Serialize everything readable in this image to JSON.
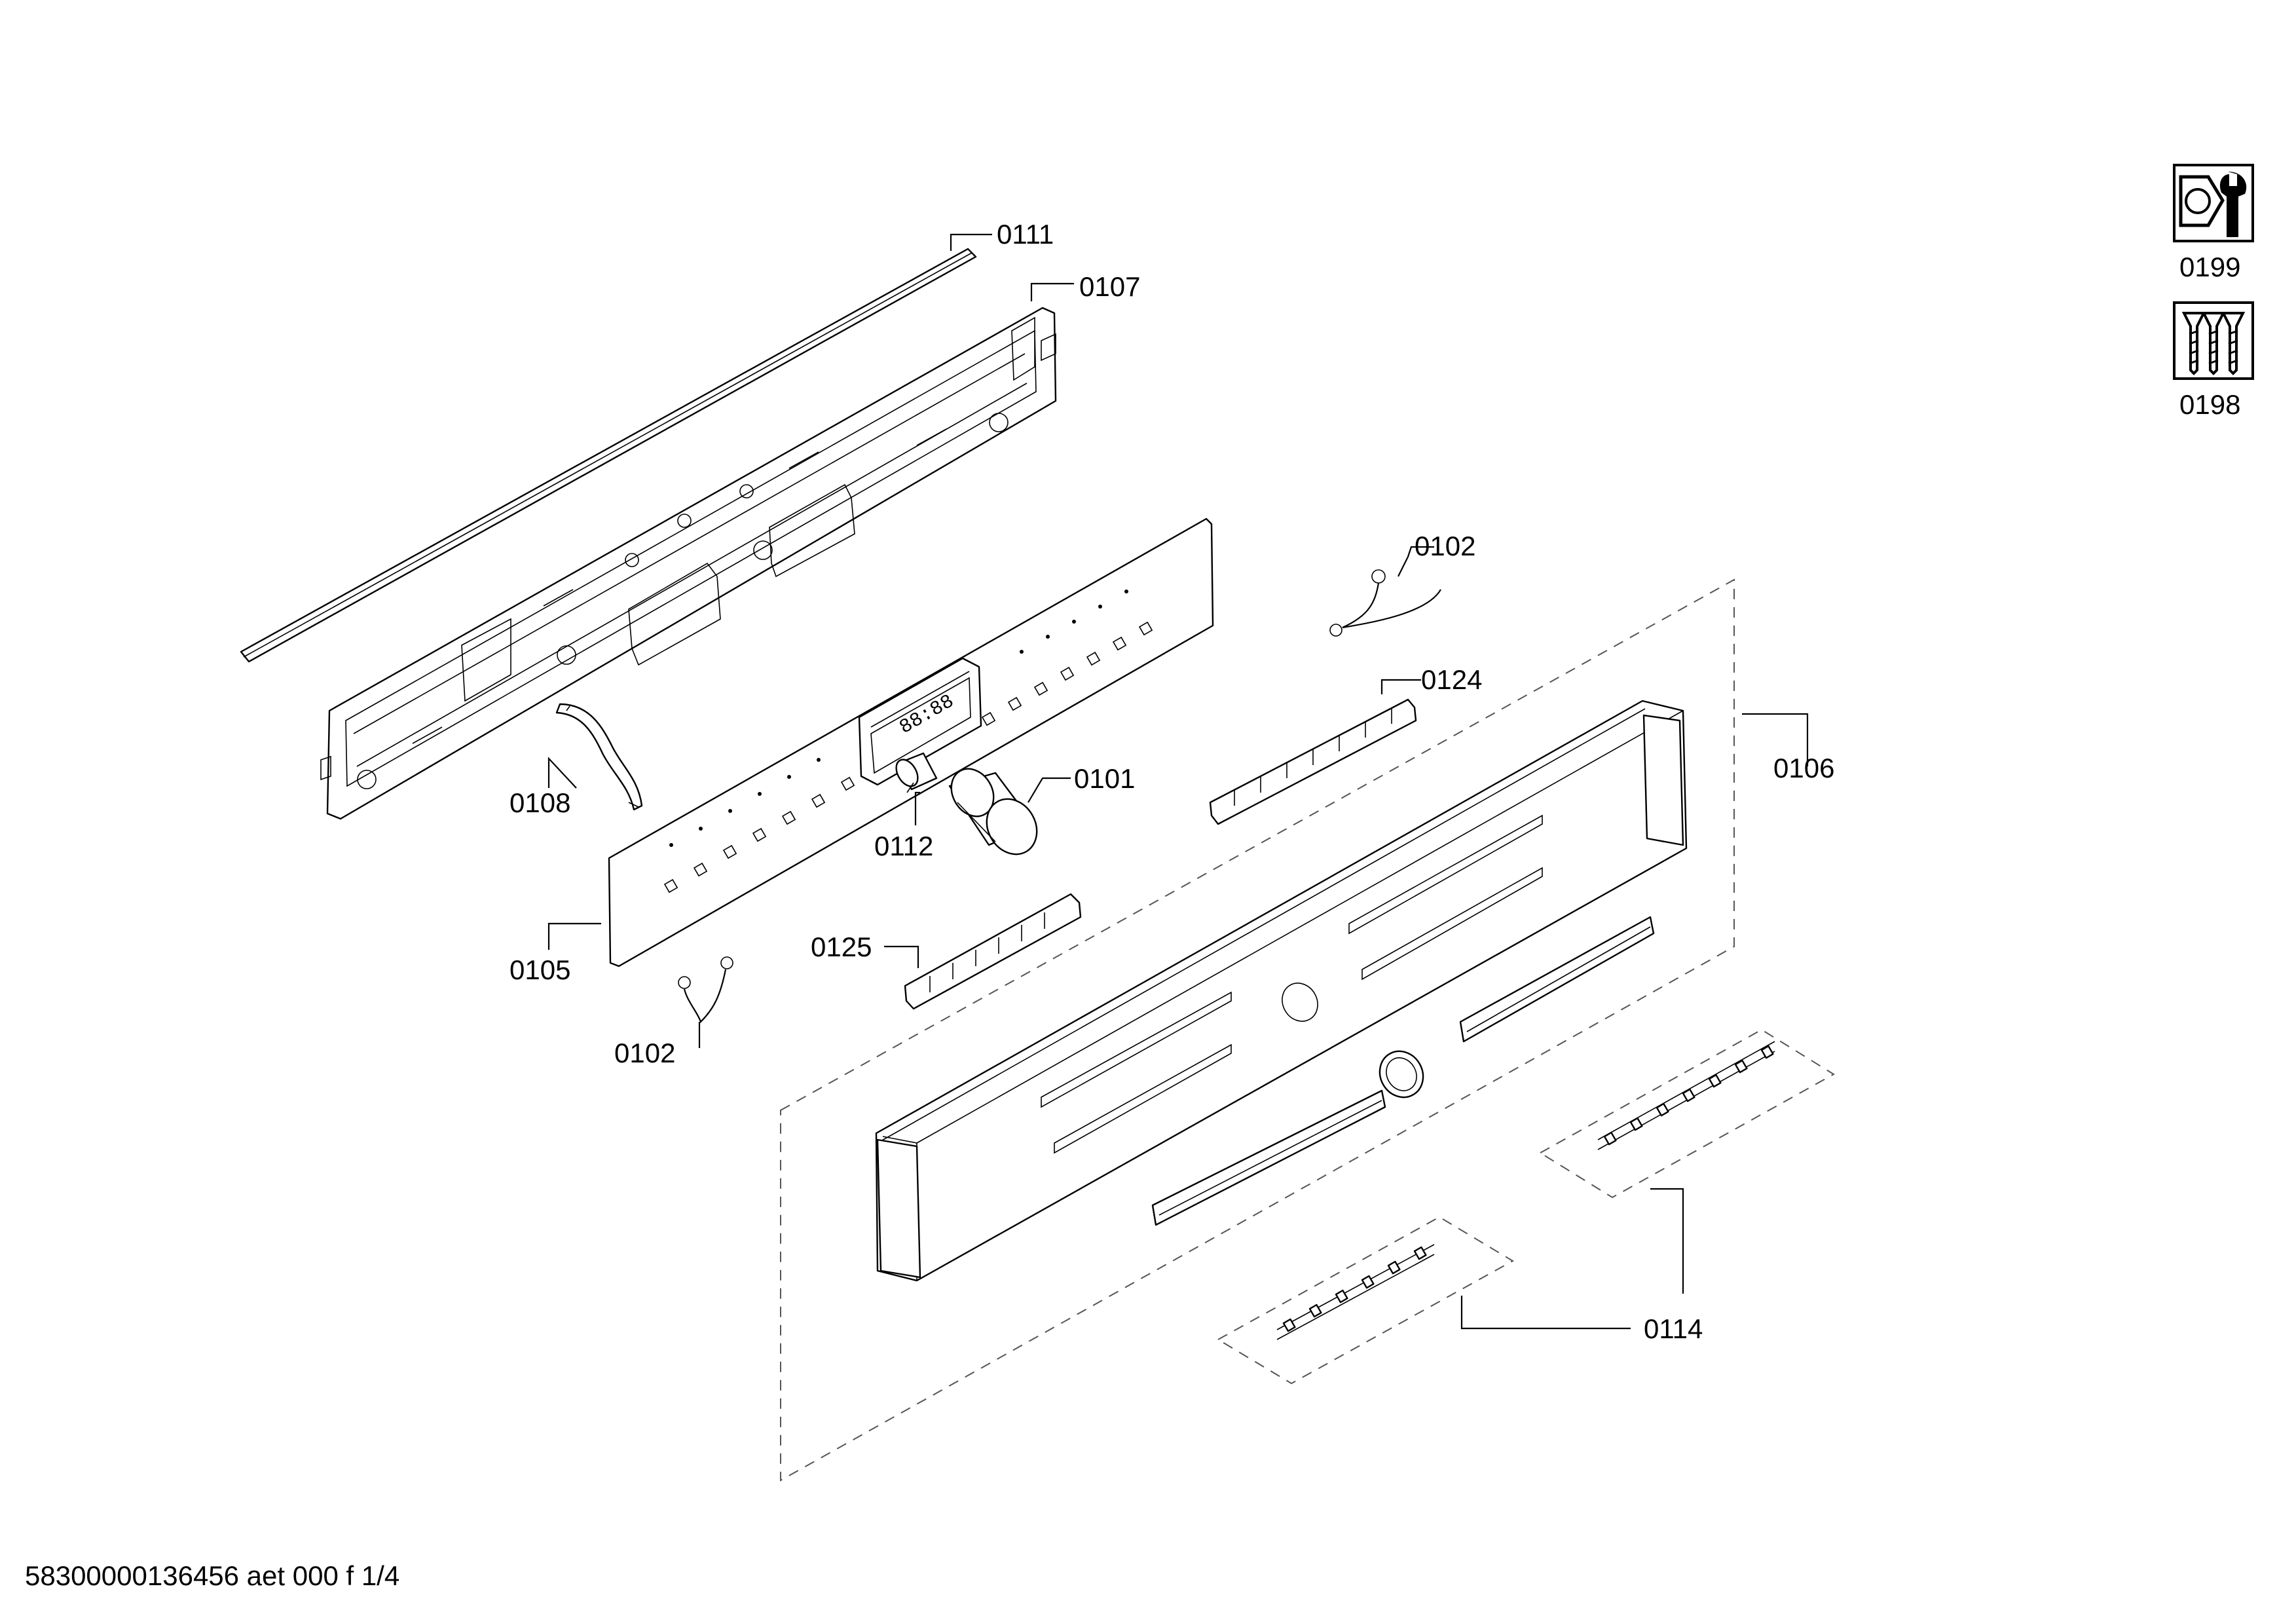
{
  "labels": {
    "l0111": "0111",
    "l0107": "0107",
    "l0102a": "0102",
    "l0124": "0124",
    "l0106": "0106",
    "l0101": "0101",
    "l0108": "0108",
    "l0112": "0112",
    "l0105": "0105",
    "l0125": "0125",
    "l0102b": "0102",
    "l0114": "0114",
    "l0199": "0199",
    "l0198": "0198"
  },
  "display_digits": "88:88",
  "footer": "58300000136456 aet 000 f 1/4",
  "icons": {
    "tools": "nut-and-wrench-icon",
    "screws": "screws-icon"
  }
}
